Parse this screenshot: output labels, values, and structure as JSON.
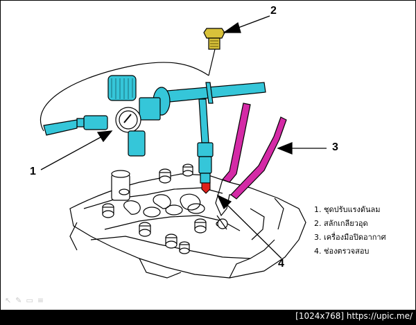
{
  "callouts": {
    "c1": "1",
    "c2": "2",
    "c3": "3",
    "c4": "4"
  },
  "legend": {
    "items": [
      "1. ชุดปรับแรงดันลม",
      "2. สลักเกลียวอุด",
      "3. เครื่องมือปิดอากาศ",
      "4. ช่องตรวจสอบ"
    ]
  },
  "watermark": {
    "text": "[1024x768] https://upic.me/"
  },
  "icons": {
    "viewer_toolbar": [
      "pointer-icon",
      "pen-icon",
      "rectangle-icon",
      "menu-icon"
    ]
  },
  "colors": {
    "regulator": "#35c6d9",
    "tool": "#d42aa6",
    "plug": "#d8c23a",
    "red_tip": "#e0201a",
    "outline": "#000000"
  }
}
